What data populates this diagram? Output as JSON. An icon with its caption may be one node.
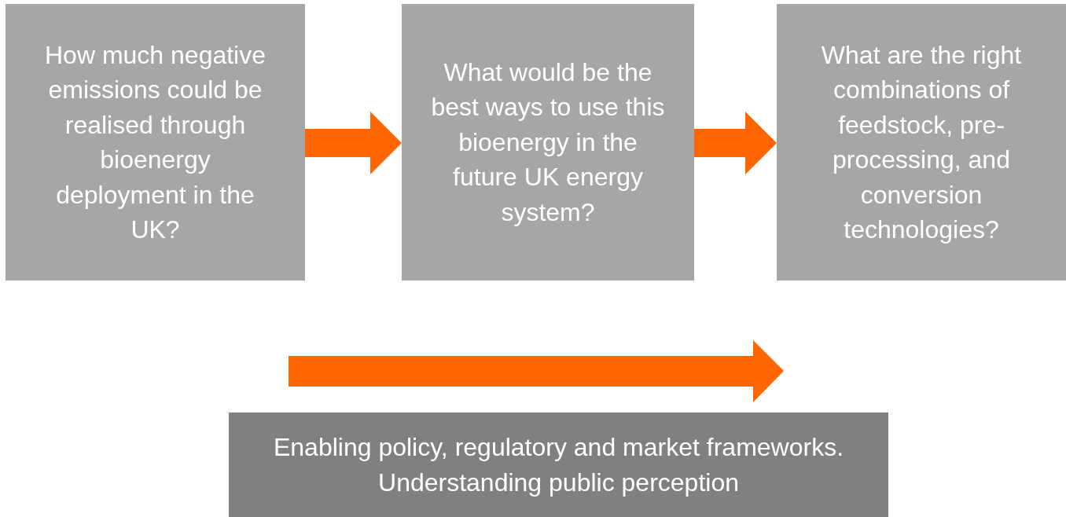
{
  "diagram": {
    "nodes": [
      {
        "text": [
          "How much negative emissions could be realised through bioenergy deployment in the UK?"
        ]
      },
      {
        "text": [
          "What would be the best ways to use this bioenergy in the future UK energy system?"
        ]
      },
      {
        "text": [
          "What are the right combinations of feedstock, pre-processing, and conversion technologies?"
        ]
      },
      {
        "text": [
          "Enabling policy, regulatory and market frameworks. Understanding public perception"
        ]
      }
    ],
    "edges": [
      {
        "from": 0,
        "to": 1,
        "arrow": "to"
      },
      {
        "from": 1,
        "to": 2,
        "arrow": "to"
      }
    ]
  }
}
